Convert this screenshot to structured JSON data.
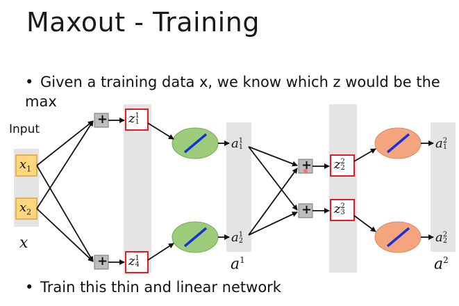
{
  "slide": {
    "title": "Maxout - Training",
    "bullet1": "Given a training data x, we know which z would be the max",
    "bullet2": "Train this thin and linear network"
  },
  "diagram": {
    "input_label": "Input",
    "x_label": "x",
    "a1_layer_label": "a",
    "a1_layer_sup": "1",
    "a2_layer_label": "a",
    "a2_layer_sup": "2",
    "x1": {
      "base": "x",
      "sub": "1"
    },
    "x2": {
      "base": "x",
      "sub": "2"
    },
    "z1": {
      "base": "z",
      "sub": "1",
      "sup": "1"
    },
    "z4": {
      "base": "z",
      "sub": "4",
      "sup": "1"
    },
    "z22": {
      "base": "z",
      "sub": "2",
      "sup": "2"
    },
    "z23": {
      "base": "z",
      "sub": "3",
      "sup": "2"
    },
    "a11": {
      "base": "a",
      "sub": "1",
      "sup": "1"
    },
    "a21": {
      "base": "a",
      "sub": "2",
      "sup": "1"
    },
    "a12": {
      "base": "a",
      "sub": "1",
      "sup": "2"
    },
    "a22": {
      "base": "a",
      "sub": "2",
      "sup": "2"
    },
    "plus": "+",
    "colors": {
      "input_fill": "#ffd780",
      "input_border": "#e3a235",
      "z_border": "#e02020",
      "green_node": "#9ccc7a",
      "orange_node": "#f5a57e",
      "linear_line": "#1530e0",
      "column_bg": "#e4e4e4",
      "plus_fill": "#bdbdbd"
    }
  }
}
